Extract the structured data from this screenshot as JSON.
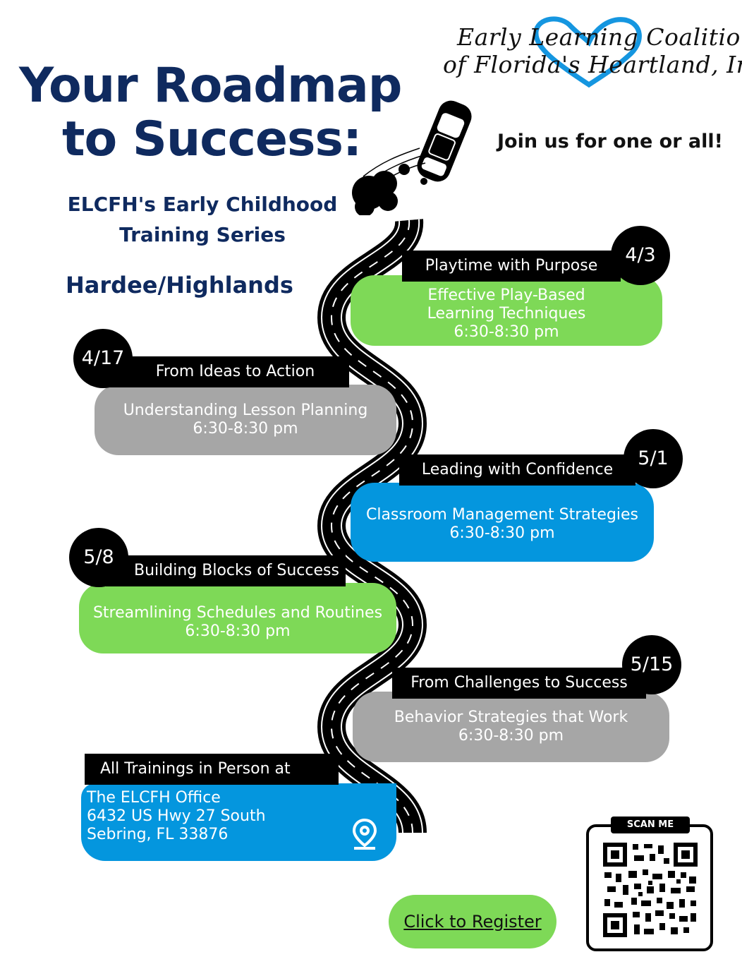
{
  "logo": {
    "line1": "Early Learning Coalition",
    "line2": "of Florida's Heartland, Inc.",
    "heart_color": "#1596e0"
  },
  "header": {
    "title_line1": "Your Roadmap",
    "title_line2": "to Success:",
    "join_text": "Join us for one or all!",
    "subtitle_line1": "ELCFH's Early Childhood",
    "subtitle_line2": "Training Series",
    "region": "Hardee/Highlands"
  },
  "sessions": [
    {
      "date": "4/3",
      "title": "Playtime with Purpose",
      "line1": "Effective Play-Based",
      "line2": "Learning Techniques",
      "time": "6:30-8:30 pm",
      "color": "#7ed957"
    },
    {
      "date": "4/17",
      "title": "From Ideas to Action",
      "line1": "Understanding Lesson Planning",
      "time": "6:30-8:30 pm",
      "color": "#a6a6a6"
    },
    {
      "date": "5/1",
      "title": "Leading with Confidence",
      "line1": "Classroom Management Strategies",
      "time": "6:30-8:30 pm",
      "color": "#0496de"
    },
    {
      "date": "5/8",
      "title": "Building Blocks of Success",
      "line1": "Streamlining Schedules and Routines",
      "time": "6:30-8:30 pm",
      "color": "#7ed957"
    },
    {
      "date": "5/15",
      "title": "From Challenges to Success",
      "line1": "Behavior Strategies that Work",
      "time": "6:30-8:30 pm",
      "color": "#a6a6a6"
    }
  ],
  "location": {
    "heading": "All Trainings in Person at",
    "line1": "The ELCFH Office",
    "line2": "6432 US Hwy 27 South",
    "line3": "Sebring, FL 33876",
    "icon": "location-pin-icon"
  },
  "register": {
    "label": "Click to Register"
  },
  "qr": {
    "label": "SCAN ME"
  },
  "colors": {
    "navy": "#0f2a5f",
    "green": "#7ed957",
    "gray": "#a6a6a6",
    "blue": "#0496de"
  }
}
